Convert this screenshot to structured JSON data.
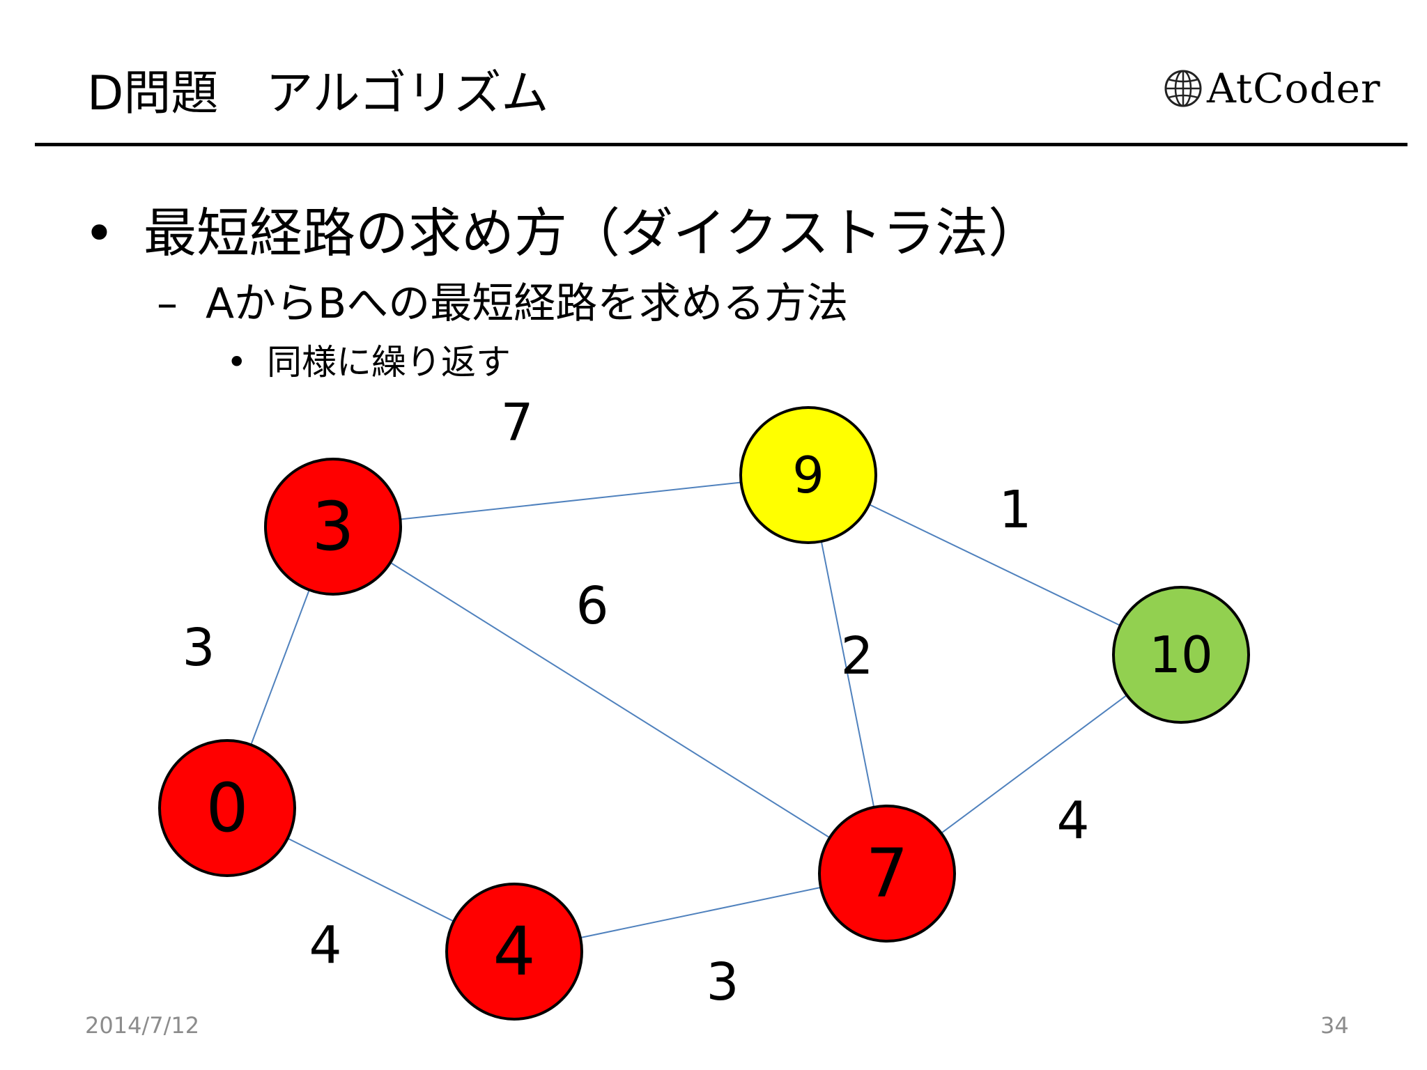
{
  "header": {
    "title": "D問題　アルゴリズム",
    "logo_text": "AtCoder"
  },
  "bullets": {
    "level1": "最短経路の求め方（ダイクストラ法）",
    "level2": "AからBへの最短経路を求める方法",
    "level3": "同様に繰り返す",
    "marker1": "•",
    "marker2": "–",
    "marker3": "•"
  },
  "graph": {
    "colors": {
      "visited": "#ff0000",
      "current": "#ffff00",
      "frontier": "#92d050",
      "edge": "#4f81bd"
    },
    "nodes": [
      {
        "id": "n3a",
        "label": "3",
        "state": "visited"
      },
      {
        "id": "n9",
        "label": "9",
        "state": "current"
      },
      {
        "id": "n10",
        "label": "10",
        "state": "frontier"
      },
      {
        "id": "n0",
        "label": "0",
        "state": "visited"
      },
      {
        "id": "n4",
        "label": "4",
        "state": "visited"
      },
      {
        "id": "n7",
        "label": "7",
        "state": "visited"
      }
    ],
    "edges": [
      {
        "from": "n3a",
        "to": "n9",
        "weight": "7"
      },
      {
        "from": "n9",
        "to": "n10",
        "weight": "1"
      },
      {
        "from": "n3a",
        "to": "n7",
        "weight": "6"
      },
      {
        "from": "n3a",
        "to": "n0",
        "weight": "3"
      },
      {
        "from": "n9",
        "to": "n7",
        "weight": "2"
      },
      {
        "from": "n10",
        "to": "n7",
        "weight": "4"
      },
      {
        "from": "n0",
        "to": "n4",
        "weight": "4"
      },
      {
        "from": "n4",
        "to": "n7",
        "weight": "3"
      }
    ]
  },
  "footer": {
    "date": "2014/7/12",
    "page": "34"
  }
}
